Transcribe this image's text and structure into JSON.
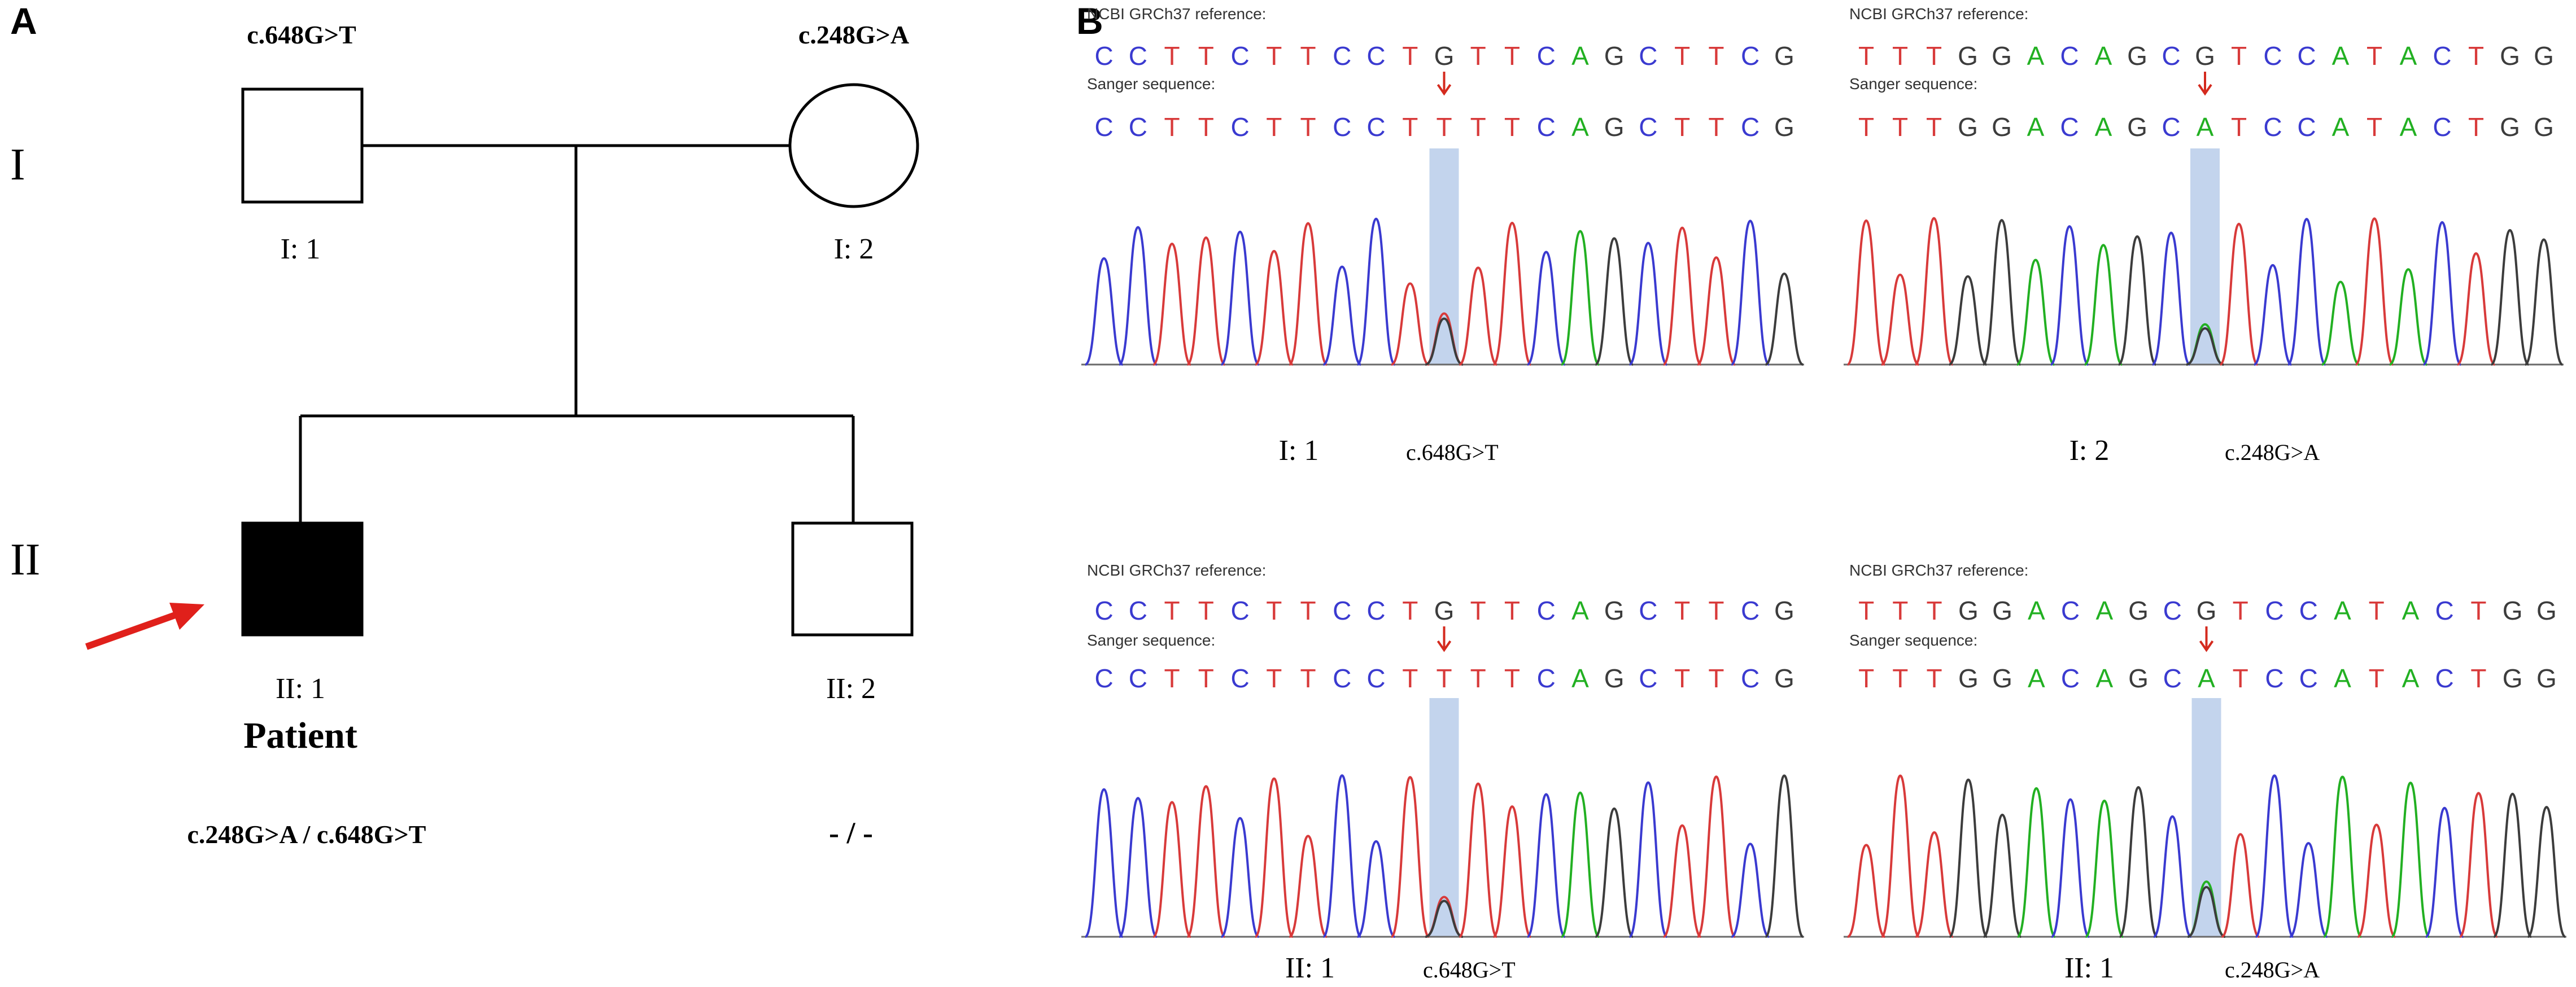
{
  "panel_a": {
    "letter": "A",
    "generation_labels": [
      "I",
      "II"
    ],
    "individuals": {
      "father": {
        "id_label": "I:  1",
        "variant": "c.648G>T",
        "sex": "male",
        "affected": false
      },
      "mother": {
        "id_label": "I:  2",
        "variant": "c.248G>A",
        "sex": "female",
        "affected": false
      },
      "proband": {
        "id_label": "II:  1",
        "role": "Patient",
        "genotype": "c.248G>A / c.648G>T",
        "sex": "male",
        "affected": true
      },
      "sibling": {
        "id_label": "II:  2",
        "genotype": "- / -",
        "sex": "male",
        "affected": false
      }
    },
    "colors": {
      "line": "#000000",
      "affected_fill": "#000000",
      "arrow": "#e0201b"
    }
  },
  "panel_b": {
    "letter": "B",
    "reference_title": "NCBI GRCh37 reference:",
    "sanger_title": "Sanger sequence:",
    "base_colors": {
      "C": "#3a3ad0",
      "T": "#d83a3a",
      "G": "#3c3c3c",
      "A": "#22b022"
    },
    "highlight_color": "#b8cdea",
    "marker_color": "#d42a1e",
    "panels": [
      {
        "id": "I:  1",
        "variant": "c.648G>T",
        "reference": "CCTTCTTCCTGTTCAGCTTCG",
        "sanger": "CCTTCTTCCTTTTCAGCTTCG",
        "variant_index": 10
      },
      {
        "id": "I:  2",
        "variant": "c.248G>A",
        "reference": "TTTGGACAGCGTCCATACTGG",
        "sanger": "TTTGGACAGCATCCATACTGG",
        "variant_index": 10
      },
      {
        "id": "II:  1",
        "variant": "c.648G>T",
        "reference": "CCTTCTTCCTGTTCAGCTTCG",
        "sanger": "CCTTCTTCCTTTTCAGCTTCG",
        "variant_index": 10
      },
      {
        "id": "II:  1",
        "variant": "c.248G>A",
        "reference": "TTTGGACAGCGTCCATACTGG",
        "sanger": "TTTGGACAGCATCCATACTGG",
        "variant_index": 10
      }
    ]
  }
}
